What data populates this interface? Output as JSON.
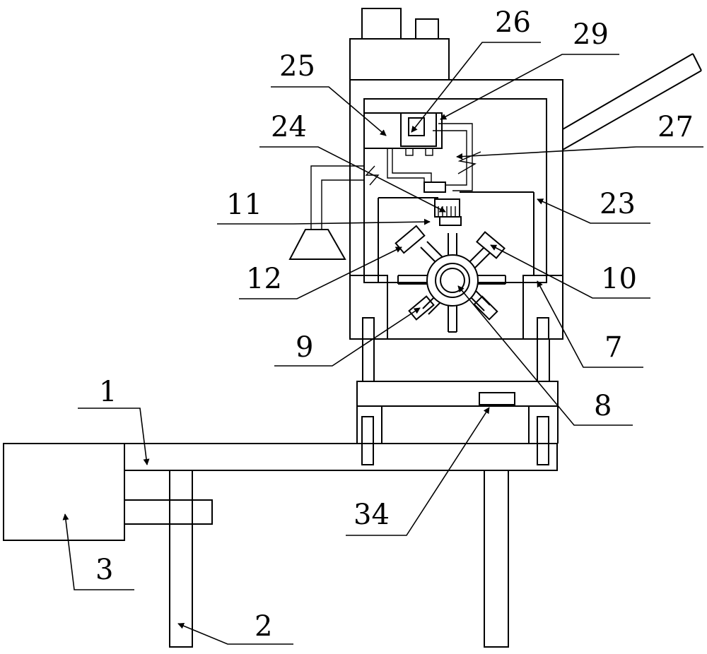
{
  "figure": {
    "labels": {
      "l1": "1",
      "l2": "2",
      "l3": "3",
      "l7": "7",
      "l8": "8",
      "l9": "9",
      "l10": "10",
      "l11": "11",
      "l12": "12",
      "l23": "23",
      "l24": "24",
      "l25": "25",
      "l26": "26",
      "l27": "27",
      "l29": "29",
      "l34": "34"
    }
  }
}
